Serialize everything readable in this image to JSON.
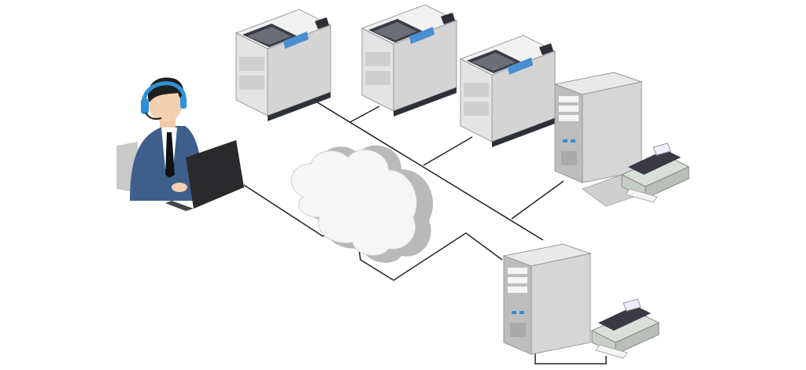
{
  "colors": {
    "background": "#ffffff",
    "connection_line": "#222222",
    "cloud": "#b9b9b9",
    "cloud_highlight": "#f4f4f4",
    "suit": "#3e5f8c",
    "headset": "#2f8fd8",
    "laptop": "#2a2a2c",
    "device_body": "#e8e8e8",
    "device_dark": "#3a3c44",
    "tower": "#d2d2d2"
  },
  "nodes": [
    {
      "id": "support-agent",
      "icon": "support-agent-with-headset"
    },
    {
      "id": "laptop",
      "icon": "laptop"
    },
    {
      "id": "copier-1",
      "icon": "multifunction-copier"
    },
    {
      "id": "copier-2",
      "icon": "multifunction-copier"
    },
    {
      "id": "copier-3",
      "icon": "multifunction-copier"
    },
    {
      "id": "cloud",
      "icon": "cloud"
    },
    {
      "id": "server-1",
      "icon": "tower-computer"
    },
    {
      "id": "printer-1",
      "icon": "dot-matrix-printer"
    },
    {
      "id": "server-2",
      "icon": "tower-computer"
    },
    {
      "id": "printer-2",
      "icon": "dot-matrix-printer"
    }
  ]
}
